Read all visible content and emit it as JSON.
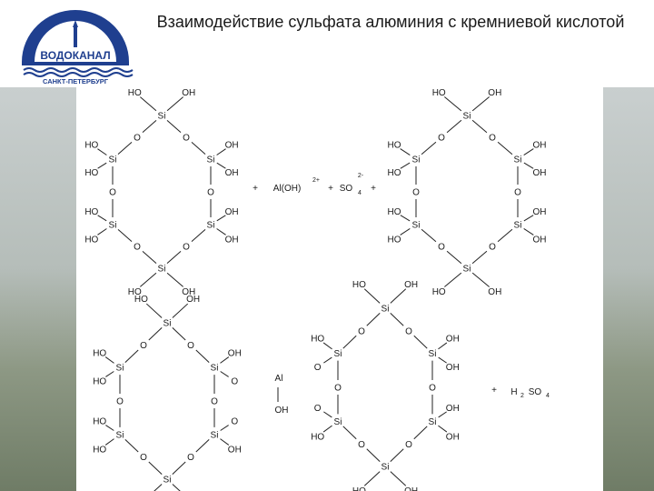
{
  "slide": {
    "title": "Взаимодействие сульфата алюминия с кремниевой кислотой"
  },
  "logo": {
    "name": "ВОДОКАНАЛ",
    "city": "САНКТ-ПЕТЕРБУРГ",
    "brand_color": "#1f3f8f"
  },
  "labels": {
    "ho": "HO",
    "oh": "OH",
    "si": "Si",
    "o": "O",
    "al": "Al",
    "plus": "+",
    "al_oh": "Al(OH)",
    "al_charge": "2+",
    "so4": "SO",
    "so4_sub": "4",
    "so4_charge": "2-",
    "h2so4_h": "H",
    "h2so4_2": "2",
    "h2so4_so": "SO",
    "h2so4_4": "4"
  },
  "colors": {
    "bond": "#222222",
    "text": "#1a1a1a"
  }
}
